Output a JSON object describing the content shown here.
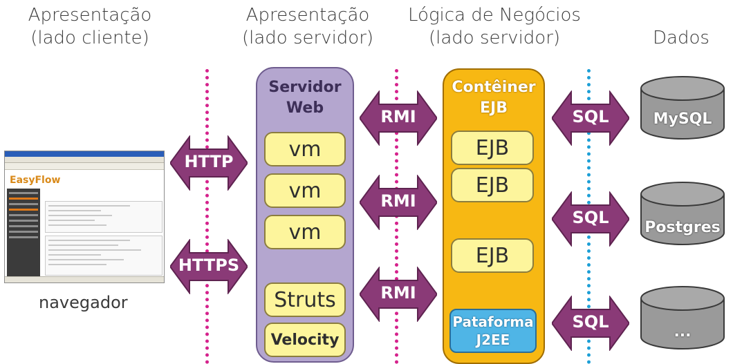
{
  "headers": {
    "client": [
      "Apresentação",
      "(lado cliente)"
    ],
    "server": [
      "Apresentação",
      "(lado servidor)"
    ],
    "logic": [
      "Lógica de Negócios",
      "(lado servidor)"
    ],
    "data": [
      "Dados"
    ]
  },
  "browser_label": "navegador",
  "browser_logo": "EasyFlow",
  "web_server": {
    "title": [
      "Servidor",
      "Web"
    ],
    "items": [
      "vm",
      "vm",
      "vm",
      "Struts",
      "Velocity"
    ]
  },
  "ejb_container": {
    "title": [
      "Contêiner",
      "EJB"
    ],
    "items": [
      "EJB",
      "EJB",
      "EJB"
    ],
    "platform": [
      "Pataforma",
      "J2EE"
    ]
  },
  "arrows": {
    "client_server": [
      "HTTP",
      "HTTPS"
    ],
    "server_logic": [
      "RMI",
      "RMI",
      "RMI"
    ],
    "logic_data": [
      "SQL",
      "SQL",
      "SQL"
    ]
  },
  "databases": [
    "MySQL",
    "Postgres",
    "..."
  ],
  "colors": {
    "separator_pink": "#d5228c",
    "separator_blue": "#1d9fd6",
    "arrow_purple": "#8a3a77",
    "web_server_fill": "#b4a6cf",
    "ejb_fill": "#f7b813",
    "component_yellow": "#fdf59c",
    "platform_blue": "#4fb5e6",
    "database_gray": "#9a9a9a"
  }
}
